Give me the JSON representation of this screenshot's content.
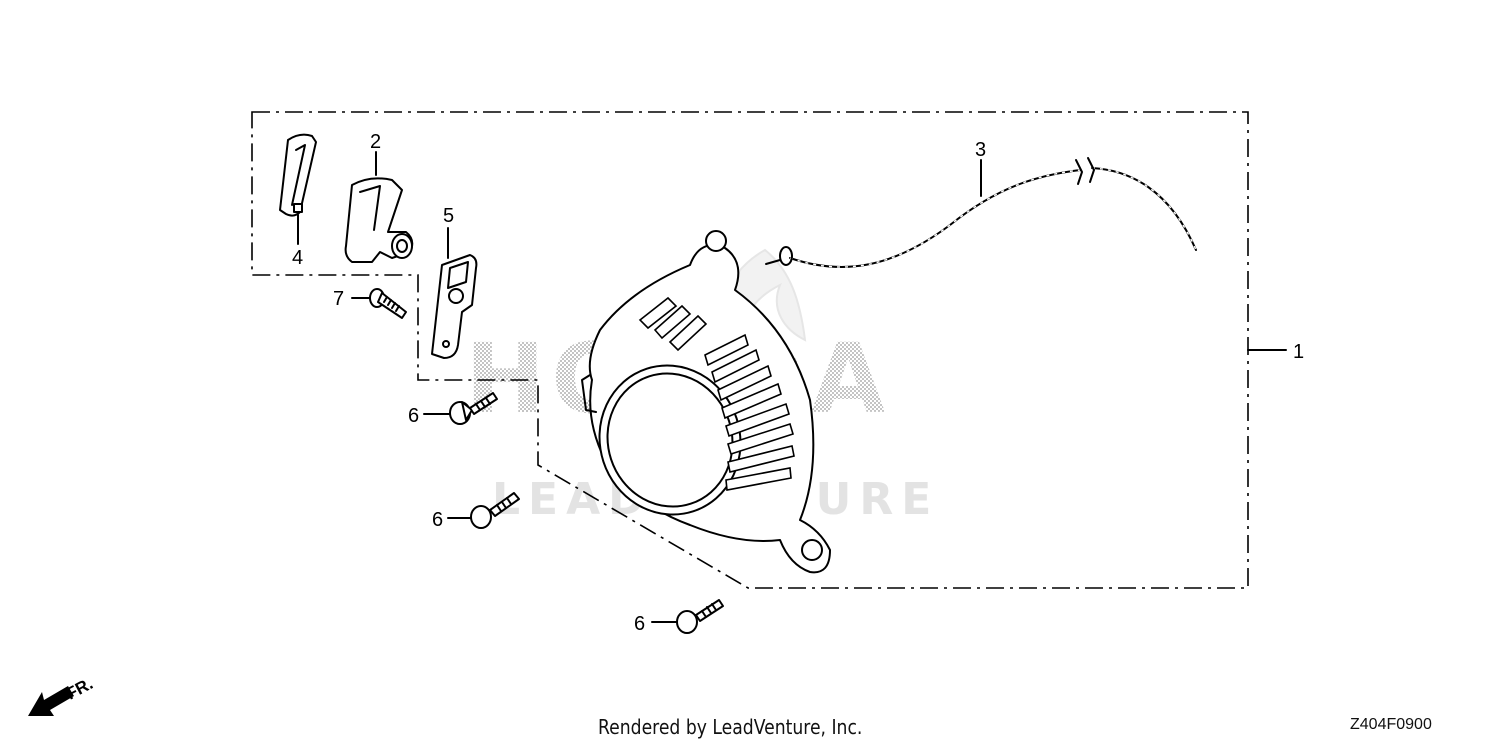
{
  "callouts": [
    {
      "id": "1",
      "label": "1"
    },
    {
      "id": "2",
      "label": "2"
    },
    {
      "id": "3",
      "label": "3"
    },
    {
      "id": "4",
      "label": "4"
    },
    {
      "id": "5",
      "label": "5"
    },
    {
      "id": "6a",
      "label": "6"
    },
    {
      "id": "6b",
      "label": "6"
    },
    {
      "id": "6c",
      "label": "6"
    },
    {
      "id": "7",
      "label": "7"
    }
  ],
  "front_marker": "FR.",
  "watermark": {
    "brand": "HONDA",
    "provider": "LEADVENTURE"
  },
  "footer": {
    "credit": "Rendered by LeadVenture, Inc.",
    "diagram_code": "Z404F0900"
  }
}
